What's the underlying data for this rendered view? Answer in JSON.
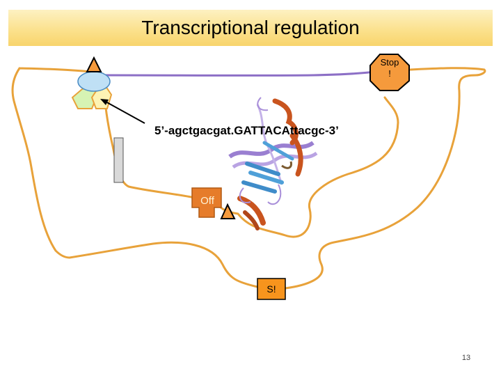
{
  "title": "Transcriptional regulation",
  "sequence_text": "5’-agctgacgat.GATTACAttacgc-3’",
  "stop_sign": {
    "line1": "Stop",
    "line2": "!"
  },
  "off_block": "Off",
  "signal_box": "S!",
  "page_number": "13",
  "icons": [
    "polymerase-complex-icon",
    "stop-sign-icon",
    "off-repressor-icon",
    "protein-dna-structure-icon",
    "signal-box-icon"
  ],
  "colors": {
    "dna_strand": "#e8a23a",
    "transcript": "#8c6fc6",
    "polymerase_blue": "#bfe0f5",
    "factor_green": "#d6f3b3",
    "factor_yellow": "#fdf3b4",
    "stop_sign": "#f59a3c",
    "off_block": "#e67c2a",
    "signal_box": "#f7941d",
    "title_bar": "#fbe08a"
  }
}
